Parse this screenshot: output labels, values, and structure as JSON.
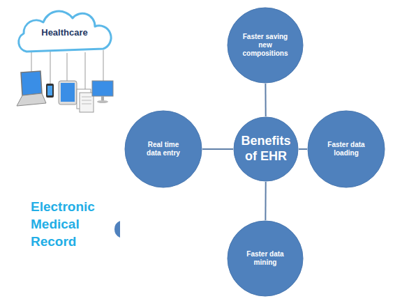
{
  "diagram": {
    "nodes": [
      {
        "text": [
          "Healthcare"
        ]
      },
      {
        "text": [
          "Faster saving new compositions"
        ]
      },
      {
        "text": [
          "Real time data entry"
        ]
      },
      {
        "text": [
          "Benefits of EHR"
        ]
      },
      {
        "text": [
          "Faster data loading"
        ]
      },
      {
        "text": [
          "Faster data mining"
        ]
      }
    ],
    "edges": [
      {
        "from": 3,
        "to": 1,
        "arrow": "none"
      },
      {
        "from": 3,
        "to": 2,
        "arrow": "none"
      },
      {
        "from": 3,
        "to": 4,
        "arrow": "none"
      },
      {
        "from": 3,
        "to": 5,
        "arrow": "none"
      }
    ],
    "labels": [
      "Electronic Medical Record"
    ]
  }
}
